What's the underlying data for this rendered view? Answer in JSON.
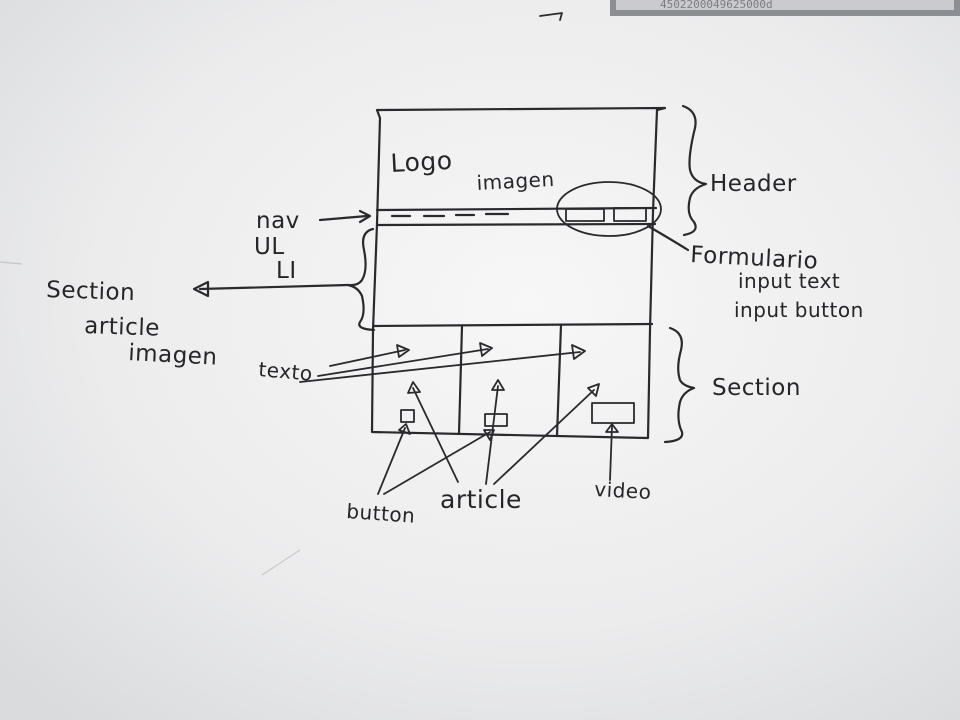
{
  "labels": {
    "logo": "Logo",
    "imagen_header": "imagen",
    "header": "Header",
    "nav": "nav",
    "ul": "UL",
    "li": "LI",
    "formulario": "Formulario",
    "input_text": "input text",
    "input_button": "input button",
    "section_left": "Section",
    "article_left": "article",
    "imagen_left": "imagen",
    "texto": "texto",
    "section_right": "Section",
    "button": "button",
    "article_bottom": "article",
    "video": "video"
  },
  "frame_text": "4502200049625000d",
  "colors": {
    "board": "#e9eaeb",
    "ink": "#2a2a2e"
  }
}
